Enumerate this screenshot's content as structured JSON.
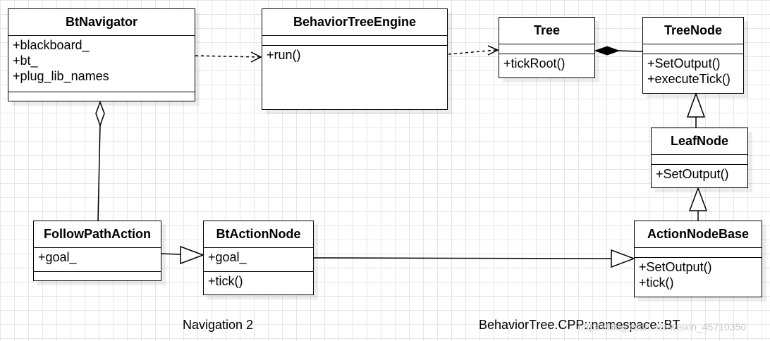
{
  "classes": {
    "bt_navigator": {
      "name": "BtNavigator",
      "attributes": [
        "+blackboard_",
        "+bt_",
        "+plug_lib_names"
      ],
      "methods": []
    },
    "behavior_tree_engine": {
      "name": "BehaviorTreeEngine",
      "attributes": [],
      "methods": [
        "+run()"
      ]
    },
    "tree": {
      "name": "Tree",
      "attributes": [],
      "methods": [
        "+tickRoot()"
      ]
    },
    "tree_node": {
      "name": "TreeNode",
      "attributes": [],
      "methods": [
        "+SetOutput()",
        "+executeTick()"
      ]
    },
    "leaf_node": {
      "name": "LeafNode",
      "attributes": [],
      "methods": [
        "+SetOutput()"
      ]
    },
    "follow_path_action": {
      "name": "FollowPathAction",
      "attributes": [
        "+goal_"
      ],
      "methods": []
    },
    "bt_action_node": {
      "name": "BtActionNode",
      "attributes": [
        "+goal_"
      ],
      "methods": [
        "+tick()"
      ]
    },
    "action_node_base": {
      "name": "ActionNodeBase",
      "attributes": [],
      "methods": [
        "+SetOutput()",
        "+tick()"
      ]
    }
  },
  "relations": [
    {
      "from": "BtNavigator",
      "to": "BehaviorTreeEngine",
      "type": "dependency"
    },
    {
      "from": "BehaviorTreeEngine",
      "to": "Tree",
      "type": "dependency"
    },
    {
      "from": "Tree",
      "to": "TreeNode",
      "type": "composition"
    },
    {
      "from": "BtNavigator",
      "to": "FollowPathAction",
      "type": "aggregation"
    },
    {
      "from": "LeafNode",
      "to": "TreeNode",
      "type": "generalization"
    },
    {
      "from": "ActionNodeBase",
      "to": "LeafNode",
      "type": "generalization"
    },
    {
      "from": "FollowPathAction",
      "to": "BtActionNode",
      "type": "generalization"
    },
    {
      "from": "BtActionNode",
      "to": "ActionNodeBase",
      "type": "generalization"
    }
  ],
  "packages": {
    "left": "Navigation 2",
    "right": "BehaviorTree.CPP::namespace::BT"
  },
  "watermark": "https://blog.csdn.net/weixin_45710350",
  "colors": {
    "grid": "#e6e6e6",
    "line": "#000000",
    "watermark": "#c8c8c8"
  }
}
